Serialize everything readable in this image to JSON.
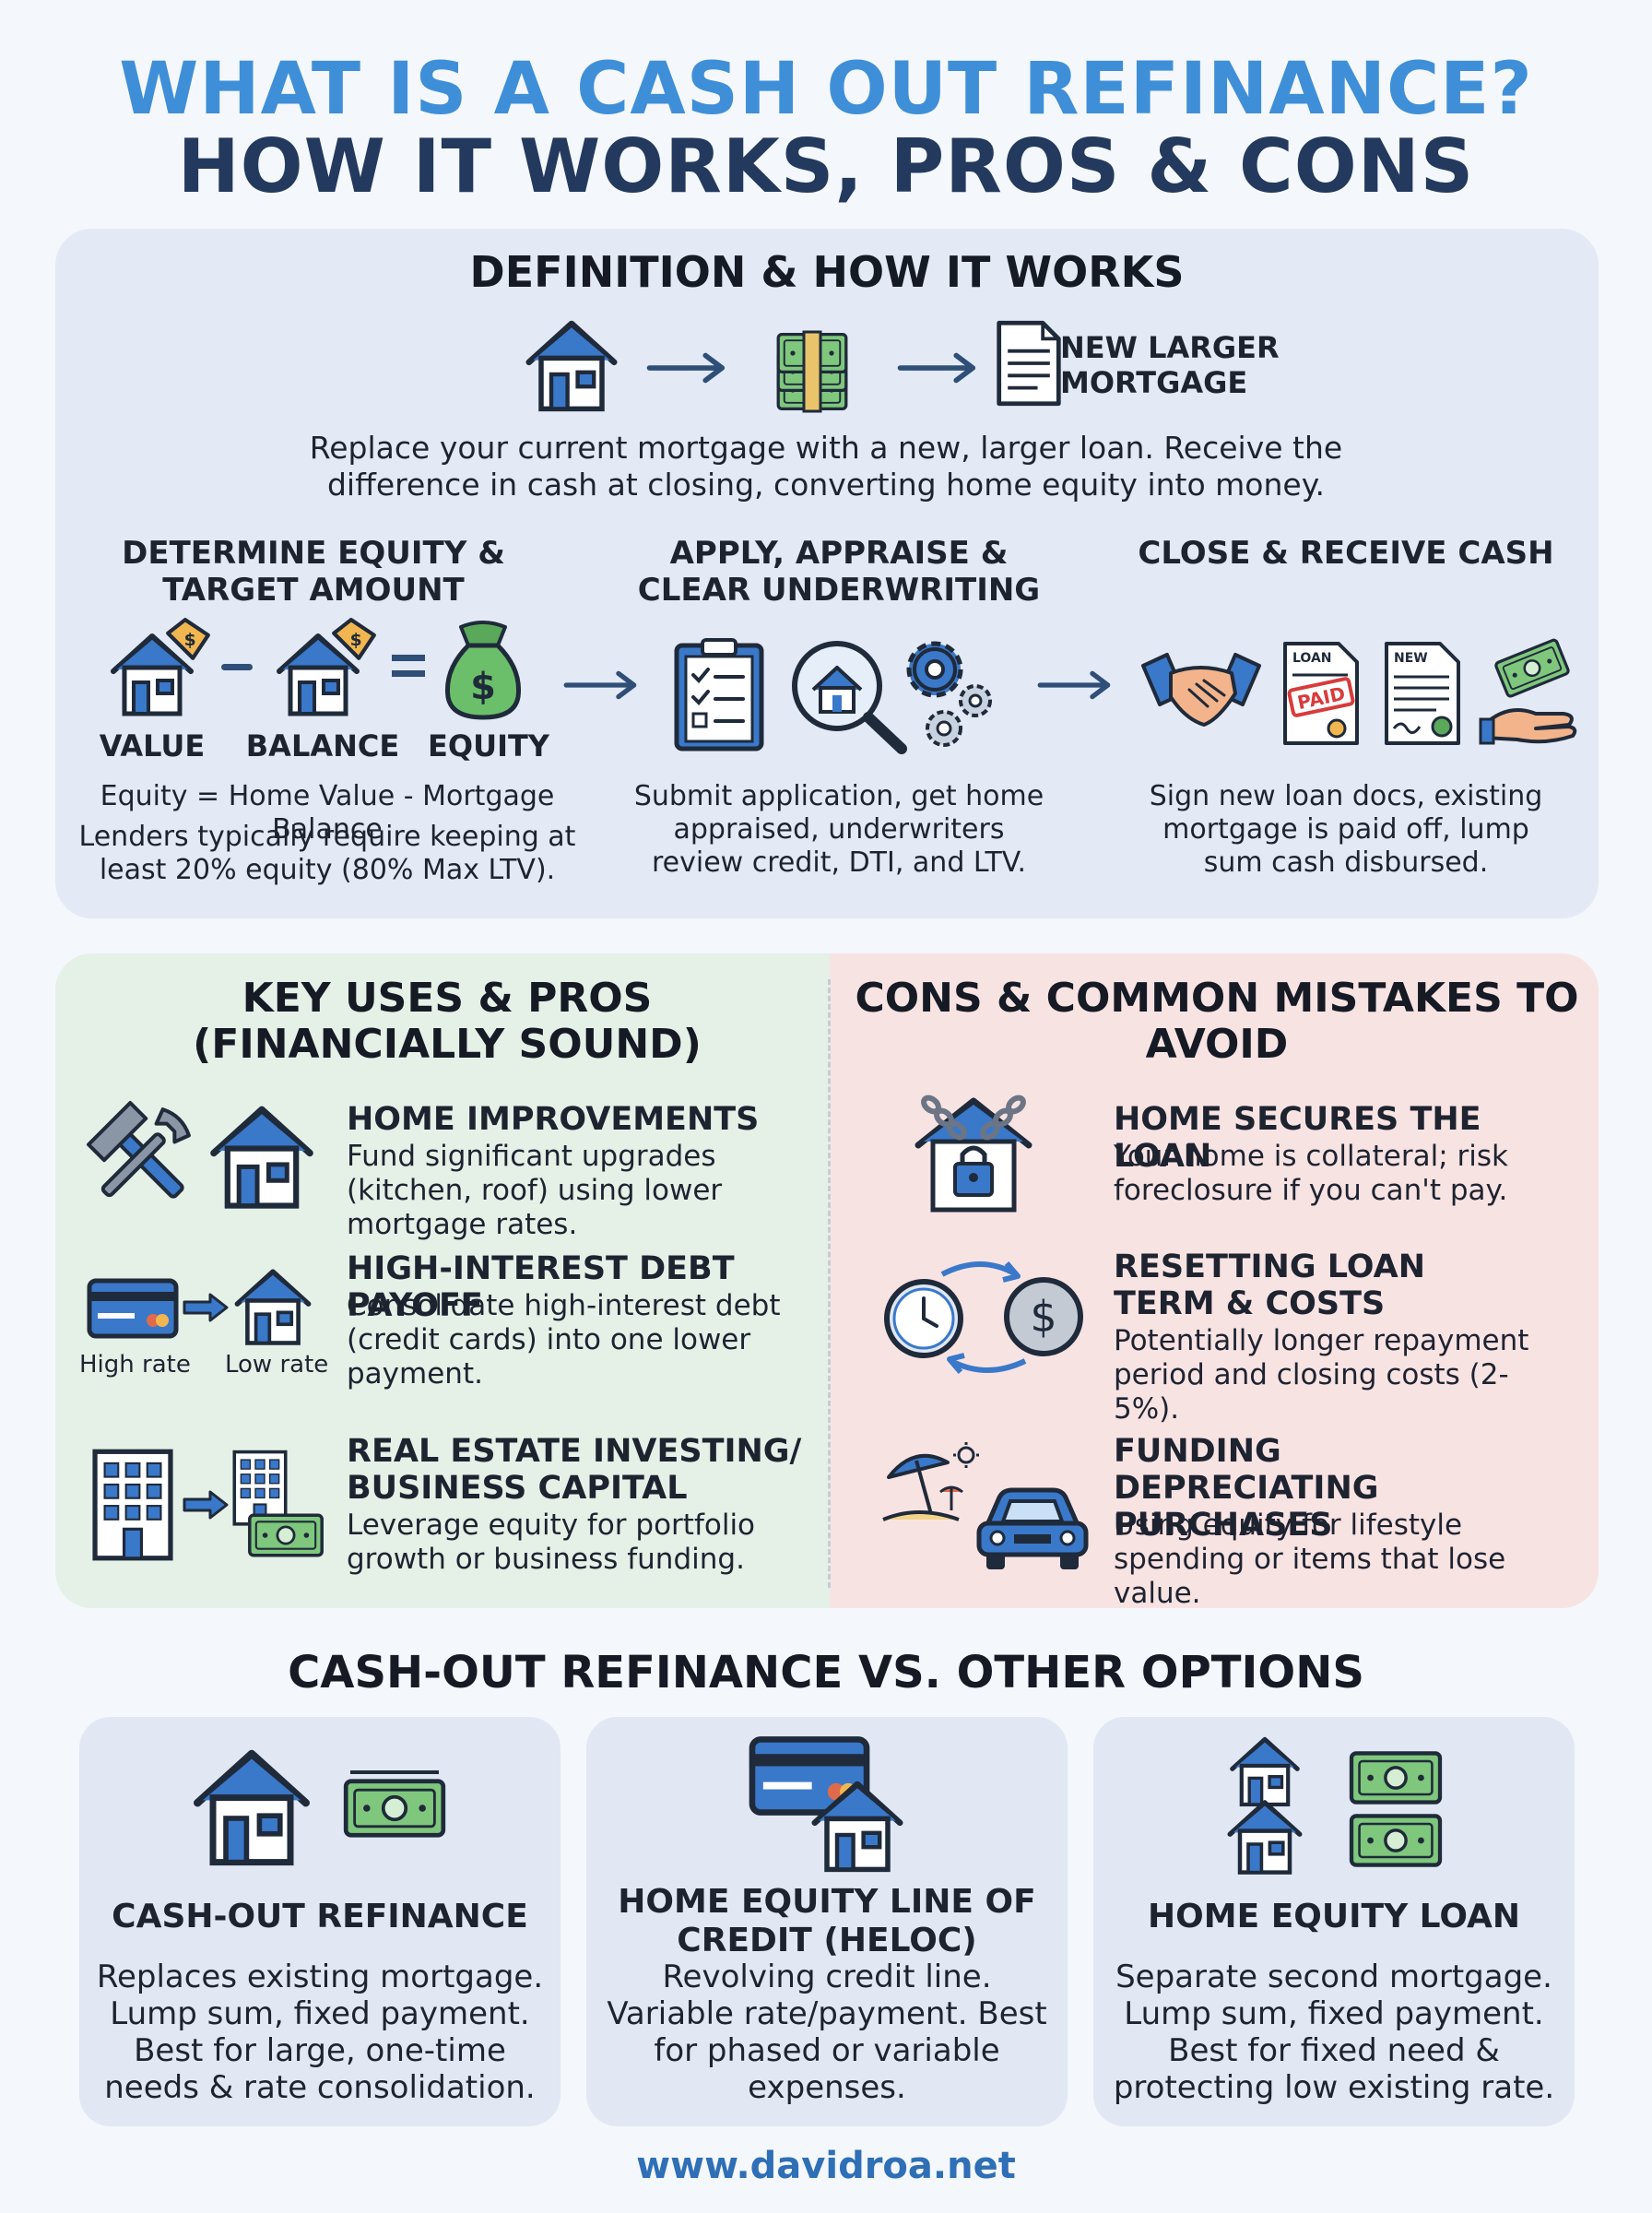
{
  "title": {
    "line1": "WHAT IS A CASH OUT REFINANCE?",
    "line2": "HOW IT WORKS, PROS & CONS"
  },
  "definition": {
    "heading": "DEFINITION & HOW IT WORKS",
    "flow_label": "NEW LARGER MORTGAGE",
    "description": "Replace your current mortgage with a new, larger loan. Receive the difference in cash at closing, converting home equity into money.",
    "steps": [
      {
        "heading": "DETERMINE EQUITY & TARGET AMOUNT",
        "labels": [
          "VALUE",
          "BALANCE",
          "EQUITY"
        ],
        "formula": "Equity = Home Value - Mortgage Balance",
        "note": "Lenders typically require keeping at least 20% equity (80% Max LTV)."
      },
      {
        "heading": "APPLY, APPRAISE & CLEAR UNDERWRITING",
        "description": "Submit application, get home appraised, underwriters review credit, DTI, and LTV."
      },
      {
        "heading": "CLOSE & RECEIVE CASH",
        "doc_labels": [
          "LOAN",
          "PAID",
          "NEW"
        ],
        "description": "Sign new loan docs, existing mortgage is paid off, lump sum cash disbursed."
      }
    ]
  },
  "pros": {
    "heading": "KEY USES & PROS (FINANCIALLY SOUND)",
    "items": [
      {
        "title": "HOME IMPROVEMENTS",
        "description": "Fund significant upgrades (kitchen, roof) using lower mortgage rates."
      },
      {
        "title": "HIGH-INTEREST DEBT PAYOFF",
        "description": "Consolidate high-interest debt (credit cards) into one lower payment.",
        "icon_labels": [
          "High rate",
          "Low rate"
        ]
      },
      {
        "title": "REAL ESTATE INVESTING/ BUSINESS CAPITAL",
        "description": "Leverage equity for portfolio growth or business funding."
      }
    ]
  },
  "cons": {
    "heading": "CONS & COMMON MISTAKES TO AVOID",
    "items": [
      {
        "title": "HOME SECURES THE LOAN",
        "description": "Your home is collateral; risk foreclosure if you can't pay."
      },
      {
        "title": "RESETTING LOAN TERM & COSTS",
        "description": "Potentially longer repayment period and closing costs (2-5%)."
      },
      {
        "title": "FUNDING DEPRECIATING PURCHASES",
        "description": "Using equity for lifestyle spending or items that lose value."
      }
    ]
  },
  "comparison": {
    "heading": "CASH-OUT REFINANCE VS. OTHER OPTIONS",
    "cards": [
      {
        "title": "CASH-OUT REFINANCE",
        "description": "Replaces existing mortgage. Lump sum, fixed payment. Best for large, one-time needs & rate consolidation."
      },
      {
        "title": "HOME EQUITY LINE OF CREDIT (HELOC)",
        "description": "Revolving credit line. Variable rate/payment. Best for phased or variable expenses."
      },
      {
        "title": "HOME EQUITY LOAN",
        "description": "Separate second mortgage. Lump sum, fixed payment. Best for fixed need & protecting low existing rate."
      }
    ]
  },
  "footer": "www.davidroa.net",
  "colors": {
    "title_blue": "#3f8fd8",
    "title_navy": "#233a5e",
    "icon_blue": "#3a78c9",
    "money_green": "#6cbf6a",
    "pros_bg": "#e5f0e7",
    "cons_bg": "#f8e3e3",
    "def_bg": "#e3e9f5"
  }
}
